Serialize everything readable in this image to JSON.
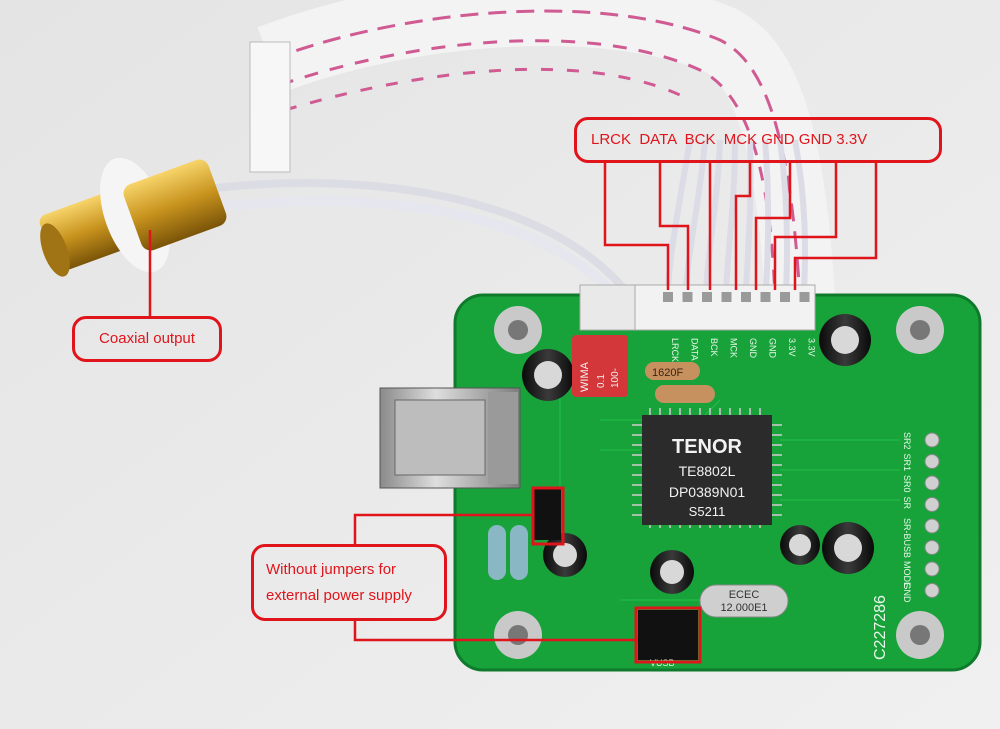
{
  "annotations": {
    "pin_labels": "LRCK  DATA  BCK  MCK GND GND 3.3V",
    "coax": "Coaxial output",
    "jumper_line1": "Without jumpers for",
    "jumper_line2": "external power supply"
  },
  "chip": {
    "brand": "TENOR",
    "model": "TE8802L",
    "lot": "DP0389N01",
    "code": "S5211"
  },
  "board": {
    "code": "C227286",
    "crystal_brand": "ECEC",
    "crystal_freq": "12.000E1",
    "cap_text": "WIMA",
    "cap_value": "0.1",
    "cap_volt": "100-",
    "resistor": "1620F",
    "header_pins": [
      "LRCK",
      "DATA",
      "BCK",
      "MCK",
      "GND",
      "GND",
      "3.3V",
      "3.3V"
    ],
    "side_pins": [
      "SR2",
      "SR1",
      "SR0",
      "SR",
      "SR-B",
      "USB",
      "MODE",
      "GND"
    ],
    "jumper_label": "VUSB"
  },
  "colors": {
    "annotation_red": "#e0141b",
    "pcb_green": "#17a33a",
    "background": "#e9e9e9"
  }
}
